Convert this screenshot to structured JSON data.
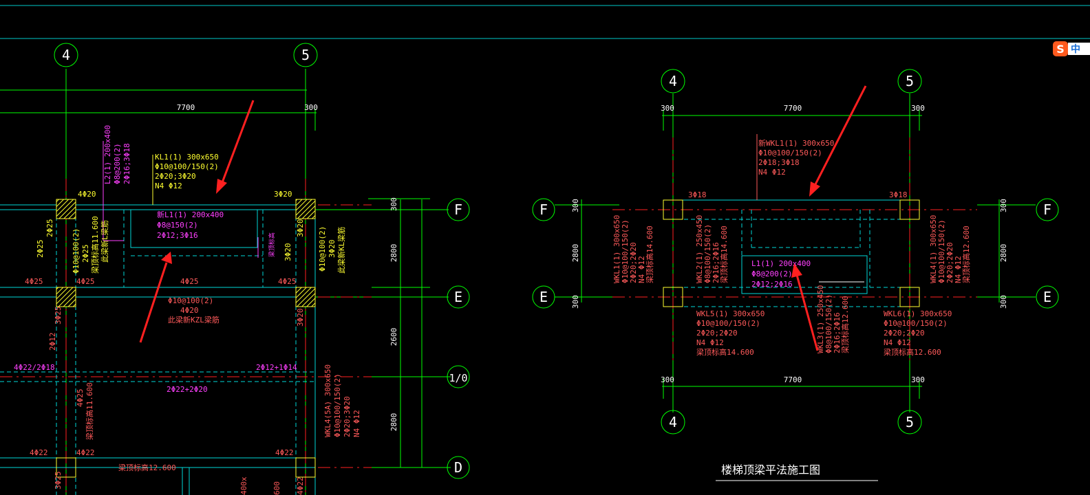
{
  "ime": {
    "label": "中",
    "icon": "sogou-ime-icon"
  },
  "left_plan": {
    "axes_top": [
      "4",
      "5"
    ],
    "axes_right": [
      "F",
      "E",
      "1/0",
      "D"
    ],
    "dims": {
      "span": "7700",
      "edge": "300",
      "d1": "300",
      "d2": "2800",
      "d3": "2600",
      "d4": "2800"
    },
    "kl1": [
      "KL1(1) 300x650",
      "Φ10@100/150(2)",
      "2Φ20;3Φ20",
      "N4 Φ12"
    ],
    "l2": [
      "L2(1) 200x400",
      "Φ8@200(2)",
      "2Φ16;3Φ18"
    ],
    "l1": [
      "新L1(1) 200x400",
      "Φ8@150(2)",
      "2Φ12;3Φ16"
    ],
    "rebars": {
      "top_left": "4Φ20",
      "top_right": "3Φ20",
      "mid_left1": "4Φ25",
      "mid_left2": "4Φ25",
      "mid_center": "4Φ25",
      "mid_right": "4Φ25",
      "lower_left": "4Φ22/2Φ18",
      "lower_right": "2Φ12+1Φ14",
      "lower_center": "2Φ22+2Φ20",
      "bottom_left": "4Φ22",
      "bottom_left2": "4Φ22",
      "bottom_right": "4Φ22",
      "v_2phi25a": "2Φ25",
      "v_2phi25b": "2Φ25",
      "v_3phi25": "3Φ25",
      "v_2phi12": "2Φ12",
      "v_3phi20": "3Φ20",
      "v_3phi20b": "3Φ20",
      "v_3phi20c": "3Φ20",
      "v_4phi25": "4Φ25",
      "v_3phi25b": "3Φ25"
    },
    "mid_note": [
      "Φ10@100(2)",
      "4Φ20",
      "此梁新KZL梁筋"
    ],
    "left_col_note": [
      "Φ10@100(2)",
      "2Φ25",
      "梁顶标高11.600",
      "此梁新L梁筋"
    ],
    "right_col_note": [
      "Φ10@100(2)",
      "3Φ20",
      "此梁新KL梁筋"
    ],
    "right_small": "梁顶标高",
    "elev1": "梁顶标高11.600",
    "elev_bottom": "梁顶标高12.600",
    "wkl4": [
      "WKL4(5A) 300x650",
      "Φ10@100/150(2)",
      "2Φ20;3Φ20",
      "N4 Φ12"
    ],
    "bottom_frag": [
      "4Φ22",
      "400x",
      "600"
    ]
  },
  "right_plan": {
    "axes_top": [
      "4",
      "5"
    ],
    "axes_bottom": [
      "4",
      "5"
    ],
    "axes_left": [
      "F",
      "E"
    ],
    "axes_right": [
      "F",
      "E"
    ],
    "dims": {
      "span": "7700",
      "edge": "300",
      "h1": "300",
      "h2": "2800",
      "h3": "300"
    },
    "wkl1": [
      "新WKL1(1) 300x650",
      "Φ10@100/150(2)",
      "2Φ18;3Φ18",
      "N4 Φ12"
    ],
    "top_left": "3Φ18",
    "top_right": "3Φ18",
    "wkl1_v": [
      "WKL1(1) 300x650",
      "Φ10@100/150(2)",
      "2Φ20;2Φ20",
      "N4 Φ12",
      "梁顶标高14.600"
    ],
    "wkl2": [
      "WKL2(1) 250x450",
      "Φ8@100/150(2)",
      "2Φ16;2Φ16",
      "梁顶标高14.600"
    ],
    "wkl4": [
      "WKL4(1) 300x650",
      "Φ10@100/150(2)",
      "2Φ20;2Φ20",
      "N4 Φ12",
      "梁顶标高12.600"
    ],
    "l1": [
      "L1(1) 200x400",
      "Φ8@200(2)",
      "2Φ12;2Φ16"
    ],
    "wkl5": [
      "WKL5(1) 300x650",
      "Φ10@100/150(2)",
      "2Φ20;2Φ20",
      "N4 Φ12",
      "梁顶标高14.600"
    ],
    "wkl3": [
      "WKL3(1) 250x450",
      "Φ8@100/150(2)",
      "2Φ16;2Φ16",
      "梁顶标高12.600"
    ],
    "wkl6": [
      "WKL6(1) 300x650",
      "Φ10@100/150(2)",
      "2Φ20;2Φ20",
      "N4 Φ12",
      "梁顶标高12.600"
    ],
    "title": "楼梯顶梁平法施工图"
  }
}
